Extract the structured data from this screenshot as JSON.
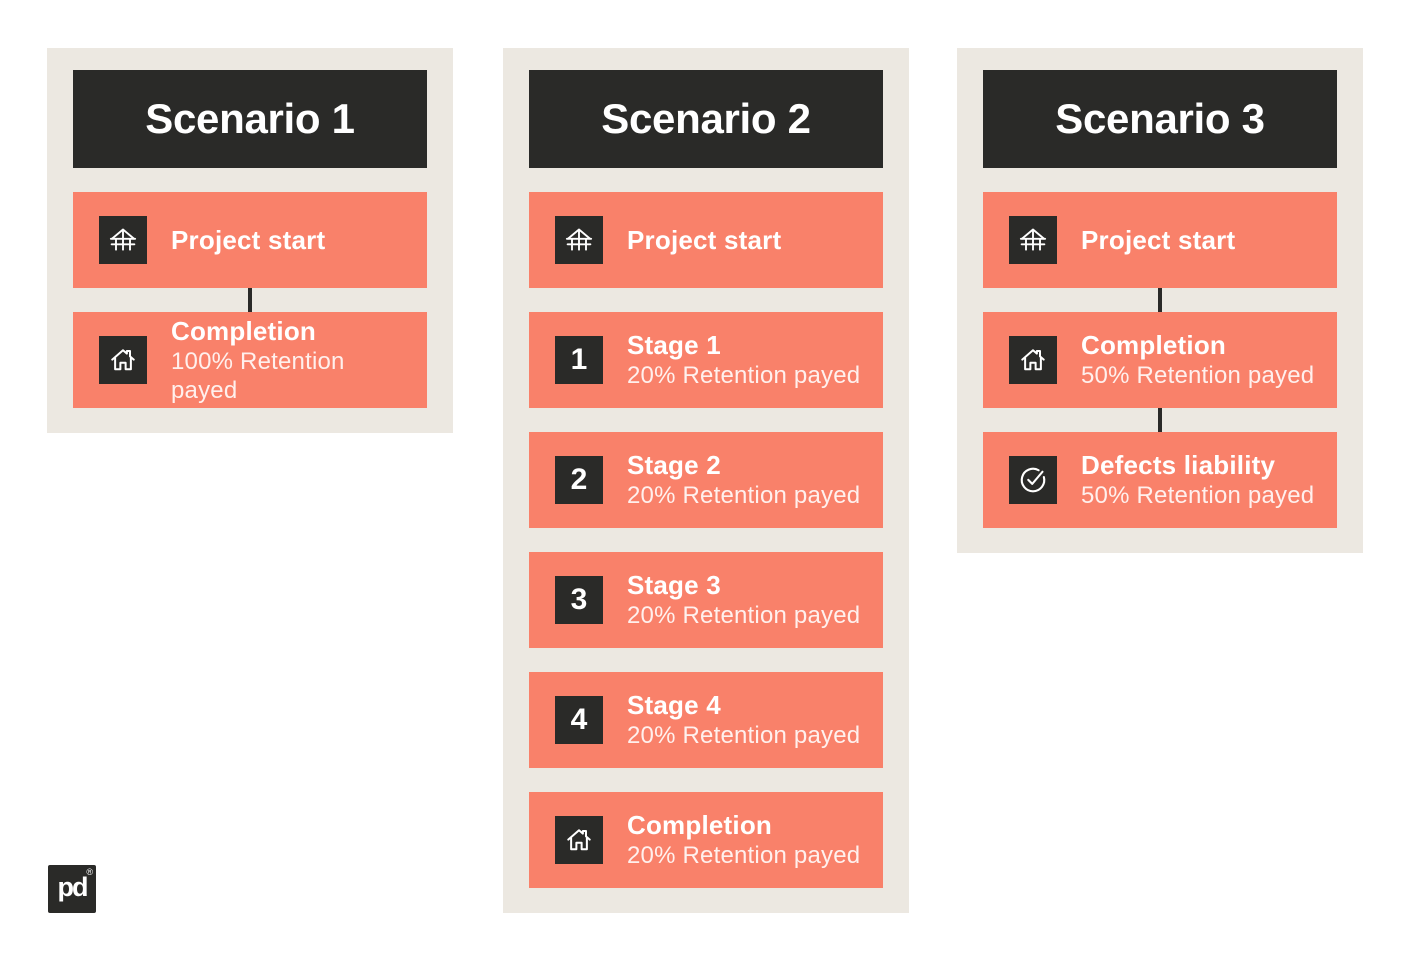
{
  "colors": {
    "page_bg": "#FFFFFF",
    "panel_bg": "#ECE8E1",
    "dark": "#2A2A28",
    "coral": "#F9816A",
    "title_text": "#FFFFFF",
    "subtitle_text": "rgba(255,255,255,0.88)"
  },
  "scenarios": [
    {
      "title": "Scenario 1",
      "steps": [
        {
          "icon": "house-frame-icon",
          "title": "Project start",
          "subtitle": "",
          "connector_after": true
        },
        {
          "icon": "home-icon",
          "title": "Completion",
          "subtitle": "100% Retention payed",
          "connector_after": false
        }
      ]
    },
    {
      "title": "Scenario 2",
      "steps": [
        {
          "icon": "house-frame-icon",
          "title": "Project start",
          "subtitle": "",
          "connector_after": false
        },
        {
          "icon": "number-badge",
          "number": "1",
          "title": "Stage 1",
          "subtitle": "20% Retention payed",
          "connector_after": false
        },
        {
          "icon": "number-badge",
          "number": "2",
          "title": "Stage 2",
          "subtitle": "20% Retention payed",
          "connector_after": false
        },
        {
          "icon": "number-badge",
          "number": "3",
          "title": "Stage 3",
          "subtitle": "20% Retention payed",
          "connector_after": false
        },
        {
          "icon": "number-badge",
          "number": "4",
          "title": "Stage 4",
          "subtitle": "20% Retention payed",
          "connector_after": false
        },
        {
          "icon": "home-icon",
          "title": "Completion",
          "subtitle": "20% Retention payed",
          "connector_after": false
        }
      ]
    },
    {
      "title": "Scenario 3",
      "steps": [
        {
          "icon": "house-frame-icon",
          "title": "Project start",
          "subtitle": "",
          "connector_after": true
        },
        {
          "icon": "home-icon",
          "title": "Completion",
          "subtitle": "50% Retention payed",
          "connector_after": true
        },
        {
          "icon": "check-circle-icon",
          "title": "Defects liability",
          "subtitle": "50% Retention payed",
          "connector_after": false
        }
      ]
    }
  ],
  "logo": {
    "monogram": "pd",
    "registered_mark": "®"
  }
}
